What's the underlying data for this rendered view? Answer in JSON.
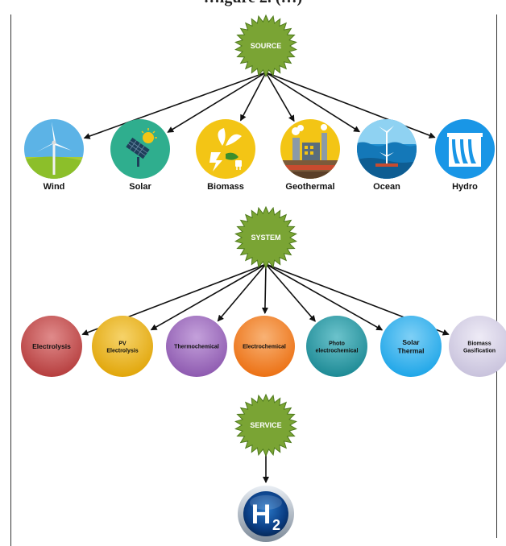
{
  "caption": "…igure 2. (…)",
  "levels": {
    "source": "SOURCE",
    "system": "SYSTEM",
    "service": "SERVICE"
  },
  "sources": [
    {
      "label": "Wind",
      "icon": "wind-turbine-icon",
      "color": "#2f9fd8"
    },
    {
      "label": "Solar",
      "icon": "solar-panel-icon",
      "color": "#2fae8e"
    },
    {
      "label": "Biomass",
      "icon": "biomass-plant-icon",
      "color": "#f3c515"
    },
    {
      "label": "Geothermal",
      "icon": "geothermal-plant-icon",
      "color": "#f3c515"
    },
    {
      "label": "Ocean",
      "icon": "ocean-turbine-icon",
      "color": "#1f8fd0"
    },
    {
      "label": "Hydro",
      "icon": "hydro-dam-icon",
      "color": "#1996e6"
    }
  ],
  "systems": [
    {
      "label": "Electrolysis",
      "color": "#b63e3e",
      "light": "#e08b8b"
    },
    {
      "label": "PV Electrolysis",
      "color": "#e1a60a",
      "light": "#f6d36a"
    },
    {
      "label": "Thermochemical",
      "color": "#8e5ab0",
      "light": "#c4a1db"
    },
    {
      "label": "Electrochemical",
      "color": "#ec7114",
      "light": "#f8b275"
    },
    {
      "label": "Photo electrochemical",
      "color": "#1d8a95",
      "light": "#6cc3cc"
    },
    {
      "label": "Solar Thermal",
      "color": "#1fa6e8",
      "light": "#7fd0f6"
    },
    {
      "label": "Biomass Gasification",
      "color": "#c8c2dc",
      "light": "#eeebf6"
    }
  ],
  "product": {
    "label": "H",
    "subscript": "2",
    "icon": "hydrogen-h2-icon"
  },
  "colors": {
    "star_fill": "#7aa434",
    "star_stroke": "#4e7a1c",
    "arrow": "#111111"
  }
}
